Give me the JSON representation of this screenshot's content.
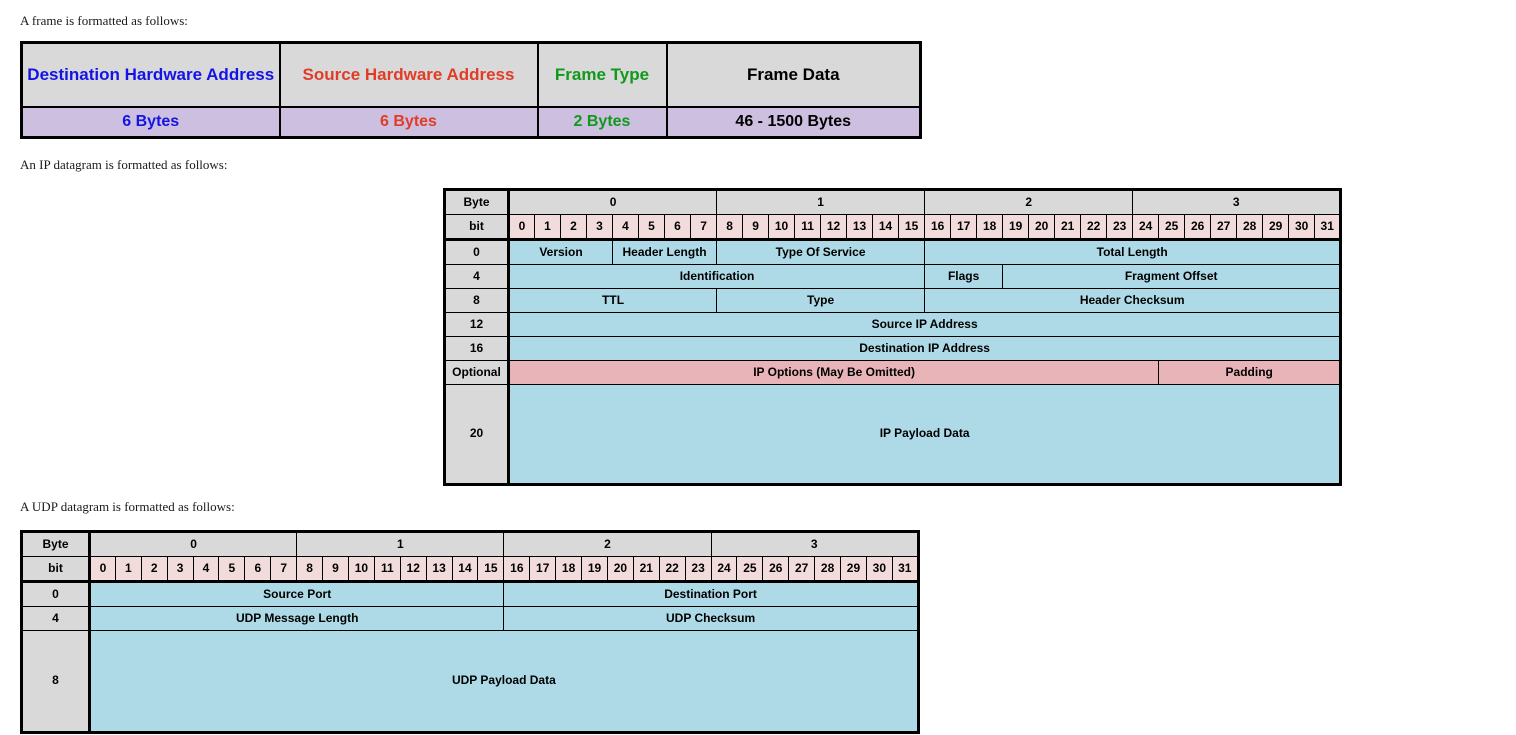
{
  "captions": {
    "frame": "A frame is formatted as follows:",
    "ip": "An IP datagram is formatted as follows:",
    "udp": "A UDP datagram is formatted as follows:"
  },
  "colors": {
    "blue": "#1414e6",
    "red": "#e03c28",
    "green": "#11991b",
    "black": "#000000",
    "cell_blue": "#aedae8",
    "cell_pink": "#e8b4b8",
    "cell_gray": "#d9d9d9",
    "cell_purple": "#ccbfdf",
    "bit_cell": "#f2dcdb"
  },
  "frame_table": {
    "fields": [
      {
        "name": "Destination Hardware Address",
        "size": "6 Bytes",
        "color": "blue"
      },
      {
        "name": "Source Hardware Address",
        "size": "6 Bytes",
        "color": "red"
      },
      {
        "name": "Frame Type",
        "size": "2 Bytes",
        "color": "green"
      },
      {
        "name": "Frame Data",
        "size": "46 - 1500 Bytes",
        "color": "black"
      }
    ]
  },
  "ip_table": {
    "corner_byte_label": "Byte",
    "corner_bit_label": "bit",
    "byte_numbers": [
      "0",
      "1",
      "2",
      "3"
    ],
    "bit_numbers": [
      "0",
      "1",
      "2",
      "3",
      "4",
      "5",
      "6",
      "7",
      "8",
      "9",
      "10",
      "11",
      "12",
      "13",
      "14",
      "15",
      "16",
      "17",
      "18",
      "19",
      "20",
      "21",
      "22",
      "23",
      "24",
      "25",
      "26",
      "27",
      "28",
      "29",
      "30",
      "31"
    ],
    "rows": [
      {
        "offset": "0",
        "offset_style": "blue",
        "cells": [
          {
            "label": "Version",
            "bits": 4,
            "fill": "blue"
          },
          {
            "label": "Header Length",
            "bits": 4,
            "fill": "blue"
          },
          {
            "label": "Type Of Service",
            "bits": 8,
            "fill": "blue"
          },
          {
            "label": "Total Length",
            "bits": 16,
            "fill": "blue"
          }
        ]
      },
      {
        "offset": "4",
        "offset_style": "blue",
        "cells": [
          {
            "label": "Identification",
            "bits": 16,
            "fill": "blue"
          },
          {
            "label": "Flags",
            "bits": 3,
            "fill": "blue"
          },
          {
            "label": "Fragment Offset",
            "bits": 13,
            "fill": "blue"
          }
        ]
      },
      {
        "offset": "8",
        "offset_style": "blue",
        "cells": [
          {
            "label": "TTL",
            "bits": 8,
            "fill": "blue"
          },
          {
            "label": "Type",
            "bits": 8,
            "fill": "blue"
          },
          {
            "label": "Header Checksum",
            "bits": 16,
            "fill": "blue"
          }
        ]
      },
      {
        "offset": "12",
        "offset_style": "blue",
        "cells": [
          {
            "label": "Source IP Address",
            "bits": 32,
            "fill": "blue"
          }
        ]
      },
      {
        "offset": "16",
        "offset_style": "blue",
        "cells": [
          {
            "label": "Destination IP Address",
            "bits": 32,
            "fill": "blue"
          }
        ]
      },
      {
        "offset": "Optional",
        "offset_style": "black",
        "cells": [
          {
            "label": "IP Options (May Be Omitted)",
            "bits": 25,
            "fill": "pink"
          },
          {
            "label": "Padding",
            "bits": 7,
            "fill": "pink"
          }
        ]
      },
      {
        "offset": "20",
        "offset_style": "blue",
        "payload": true,
        "cells": [
          {
            "label": "IP Payload Data",
            "bits": 32,
            "fill": "blue"
          }
        ]
      }
    ]
  },
  "udp_table": {
    "corner_byte_label": "Byte",
    "corner_bit_label": "bit",
    "byte_numbers": [
      "0",
      "1",
      "2",
      "3"
    ],
    "bit_numbers": [
      "0",
      "1",
      "2",
      "3",
      "4",
      "5",
      "6",
      "7",
      "8",
      "9",
      "10",
      "11",
      "12",
      "13",
      "14",
      "15",
      "16",
      "17",
      "18",
      "19",
      "20",
      "21",
      "22",
      "23",
      "24",
      "25",
      "26",
      "27",
      "28",
      "29",
      "30",
      "31"
    ],
    "rows": [
      {
        "offset": "0",
        "offset_style": "blue",
        "cells": [
          {
            "label": "Source Port",
            "bits": 16,
            "fill": "blue"
          },
          {
            "label": "Destination Port",
            "bits": 16,
            "fill": "blue"
          }
        ]
      },
      {
        "offset": "4",
        "offset_style": "blue",
        "cells": [
          {
            "label": "UDP Message Length",
            "bits": 16,
            "fill": "blue"
          },
          {
            "label": "UDP Checksum",
            "bits": 16,
            "fill": "blue"
          }
        ]
      },
      {
        "offset": "8",
        "offset_style": "blue",
        "payload": true,
        "cells": [
          {
            "label": "UDP Payload Data",
            "bits": 32,
            "fill": "blue"
          }
        ]
      }
    ]
  }
}
